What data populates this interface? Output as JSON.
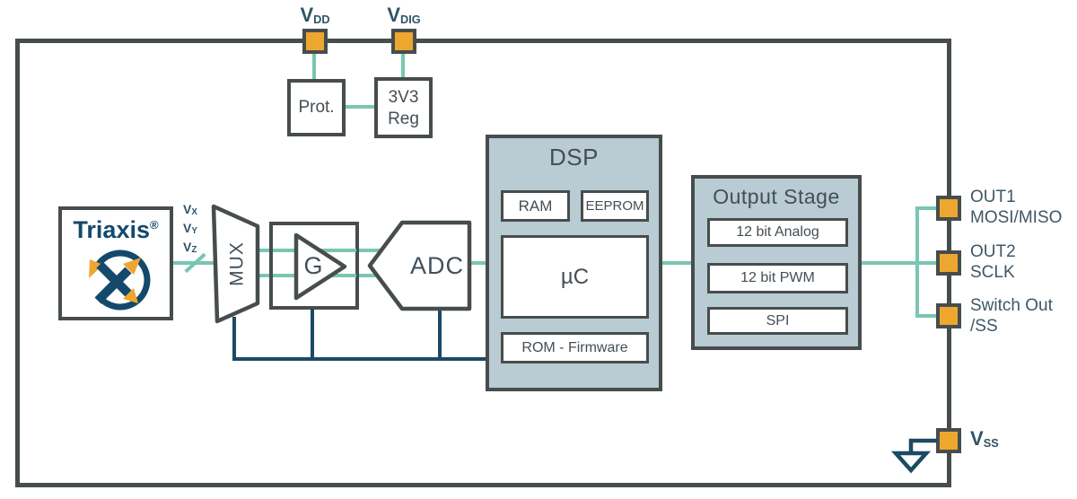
{
  "top": {
    "vdd": {
      "main": "V",
      "sub": "DD"
    },
    "vdig": {
      "main": "V",
      "sub": "DIG"
    },
    "prot_label": "Prot.",
    "reg_line1": "3V3",
    "reg_line2": "Reg"
  },
  "front_end": {
    "triaxis_label": "Triaxis",
    "triaxis_reg_mark": "®",
    "signals": [
      {
        "main": "V",
        "sub": "X"
      },
      {
        "main": "V",
        "sub": "Y"
      },
      {
        "main": "V",
        "sub": "Z"
      }
    ],
    "mux_label": "MUX",
    "gain_label": "G",
    "adc_label": "ADC"
  },
  "dsp": {
    "title": "DSP",
    "ram": "RAM",
    "eeprom": "EEPROM",
    "uc": "µC",
    "rom": "ROM - Firmware"
  },
  "output_stage": {
    "title": "Output Stage",
    "items": [
      "12 bit Analog",
      "12 bit PWM",
      "SPI"
    ]
  },
  "pins_right": [
    {
      "line1": "OUT1",
      "line2": "MOSI/MISO"
    },
    {
      "line1": "OUT2",
      "line2": "SCLK"
    },
    {
      "line1": "Switch Out",
      "line2": "/SS"
    }
  ],
  "vss": {
    "main": "V",
    "sub": "SS"
  },
  "colors": {
    "pin_orange": "#eda72f",
    "wire_teal": "#79c6b2",
    "wire_navy": "#1b4a63",
    "outline_gray": "#474d4d",
    "block_fill_blue": "#b9cbd3",
    "text_dark": "#454e54",
    "label_navy": "#3d5866",
    "brand_navy": "#14496b"
  }
}
